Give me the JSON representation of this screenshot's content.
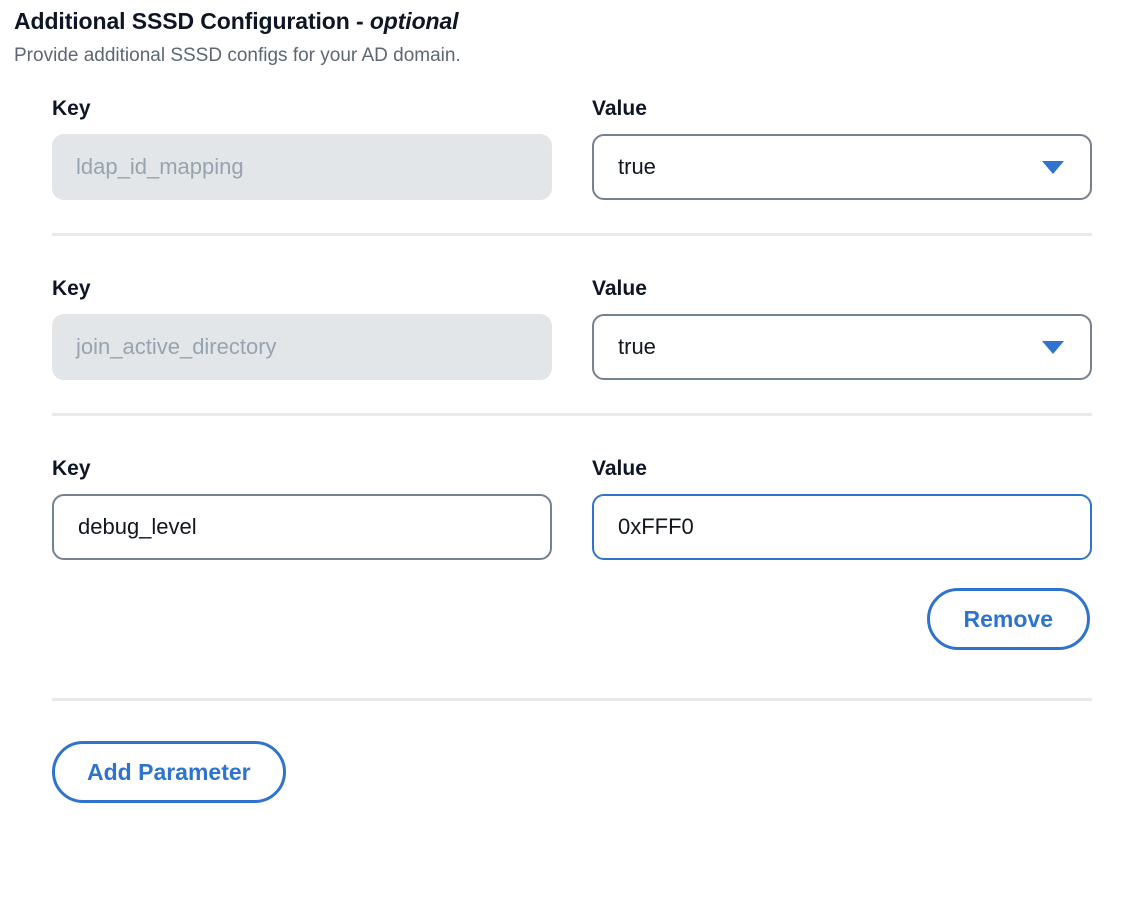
{
  "section": {
    "title_main": "Additional SSSD Configuration - ",
    "title_optional": "optional",
    "subtitle": "Provide additional SSSD configs for your AD domain."
  },
  "labels": {
    "key": "Key",
    "value": "Value"
  },
  "rows": [
    {
      "key_label": "Key",
      "key_value": "ldap_id_mapping",
      "key_disabled": true,
      "value_label": "Value",
      "value_type": "select",
      "value_value": "true",
      "value_focused": false
    },
    {
      "key_label": "Key",
      "key_value": "join_active_directory",
      "key_disabled": true,
      "value_label": "Value",
      "value_type": "select",
      "value_value": "true",
      "value_focused": false
    },
    {
      "key_label": "Key",
      "key_value": "debug_level",
      "key_disabled": false,
      "value_label": "Value",
      "value_type": "text",
      "value_value": "0xFFF0",
      "value_focused": true
    }
  ],
  "buttons": {
    "remove": "Remove",
    "add_parameter": "Add Parameter"
  },
  "icons": {
    "dropdown": "chevron-down-icon"
  },
  "colors": {
    "accent_blue": "#2e74ce",
    "border_grey": "#74818f",
    "disabled_bg": "#e3e6e9",
    "disabled_text": "#98a3b0",
    "divider": "#e7e9eb",
    "title_text": "#0e1626",
    "subtitle_text": "#5d6773"
  }
}
